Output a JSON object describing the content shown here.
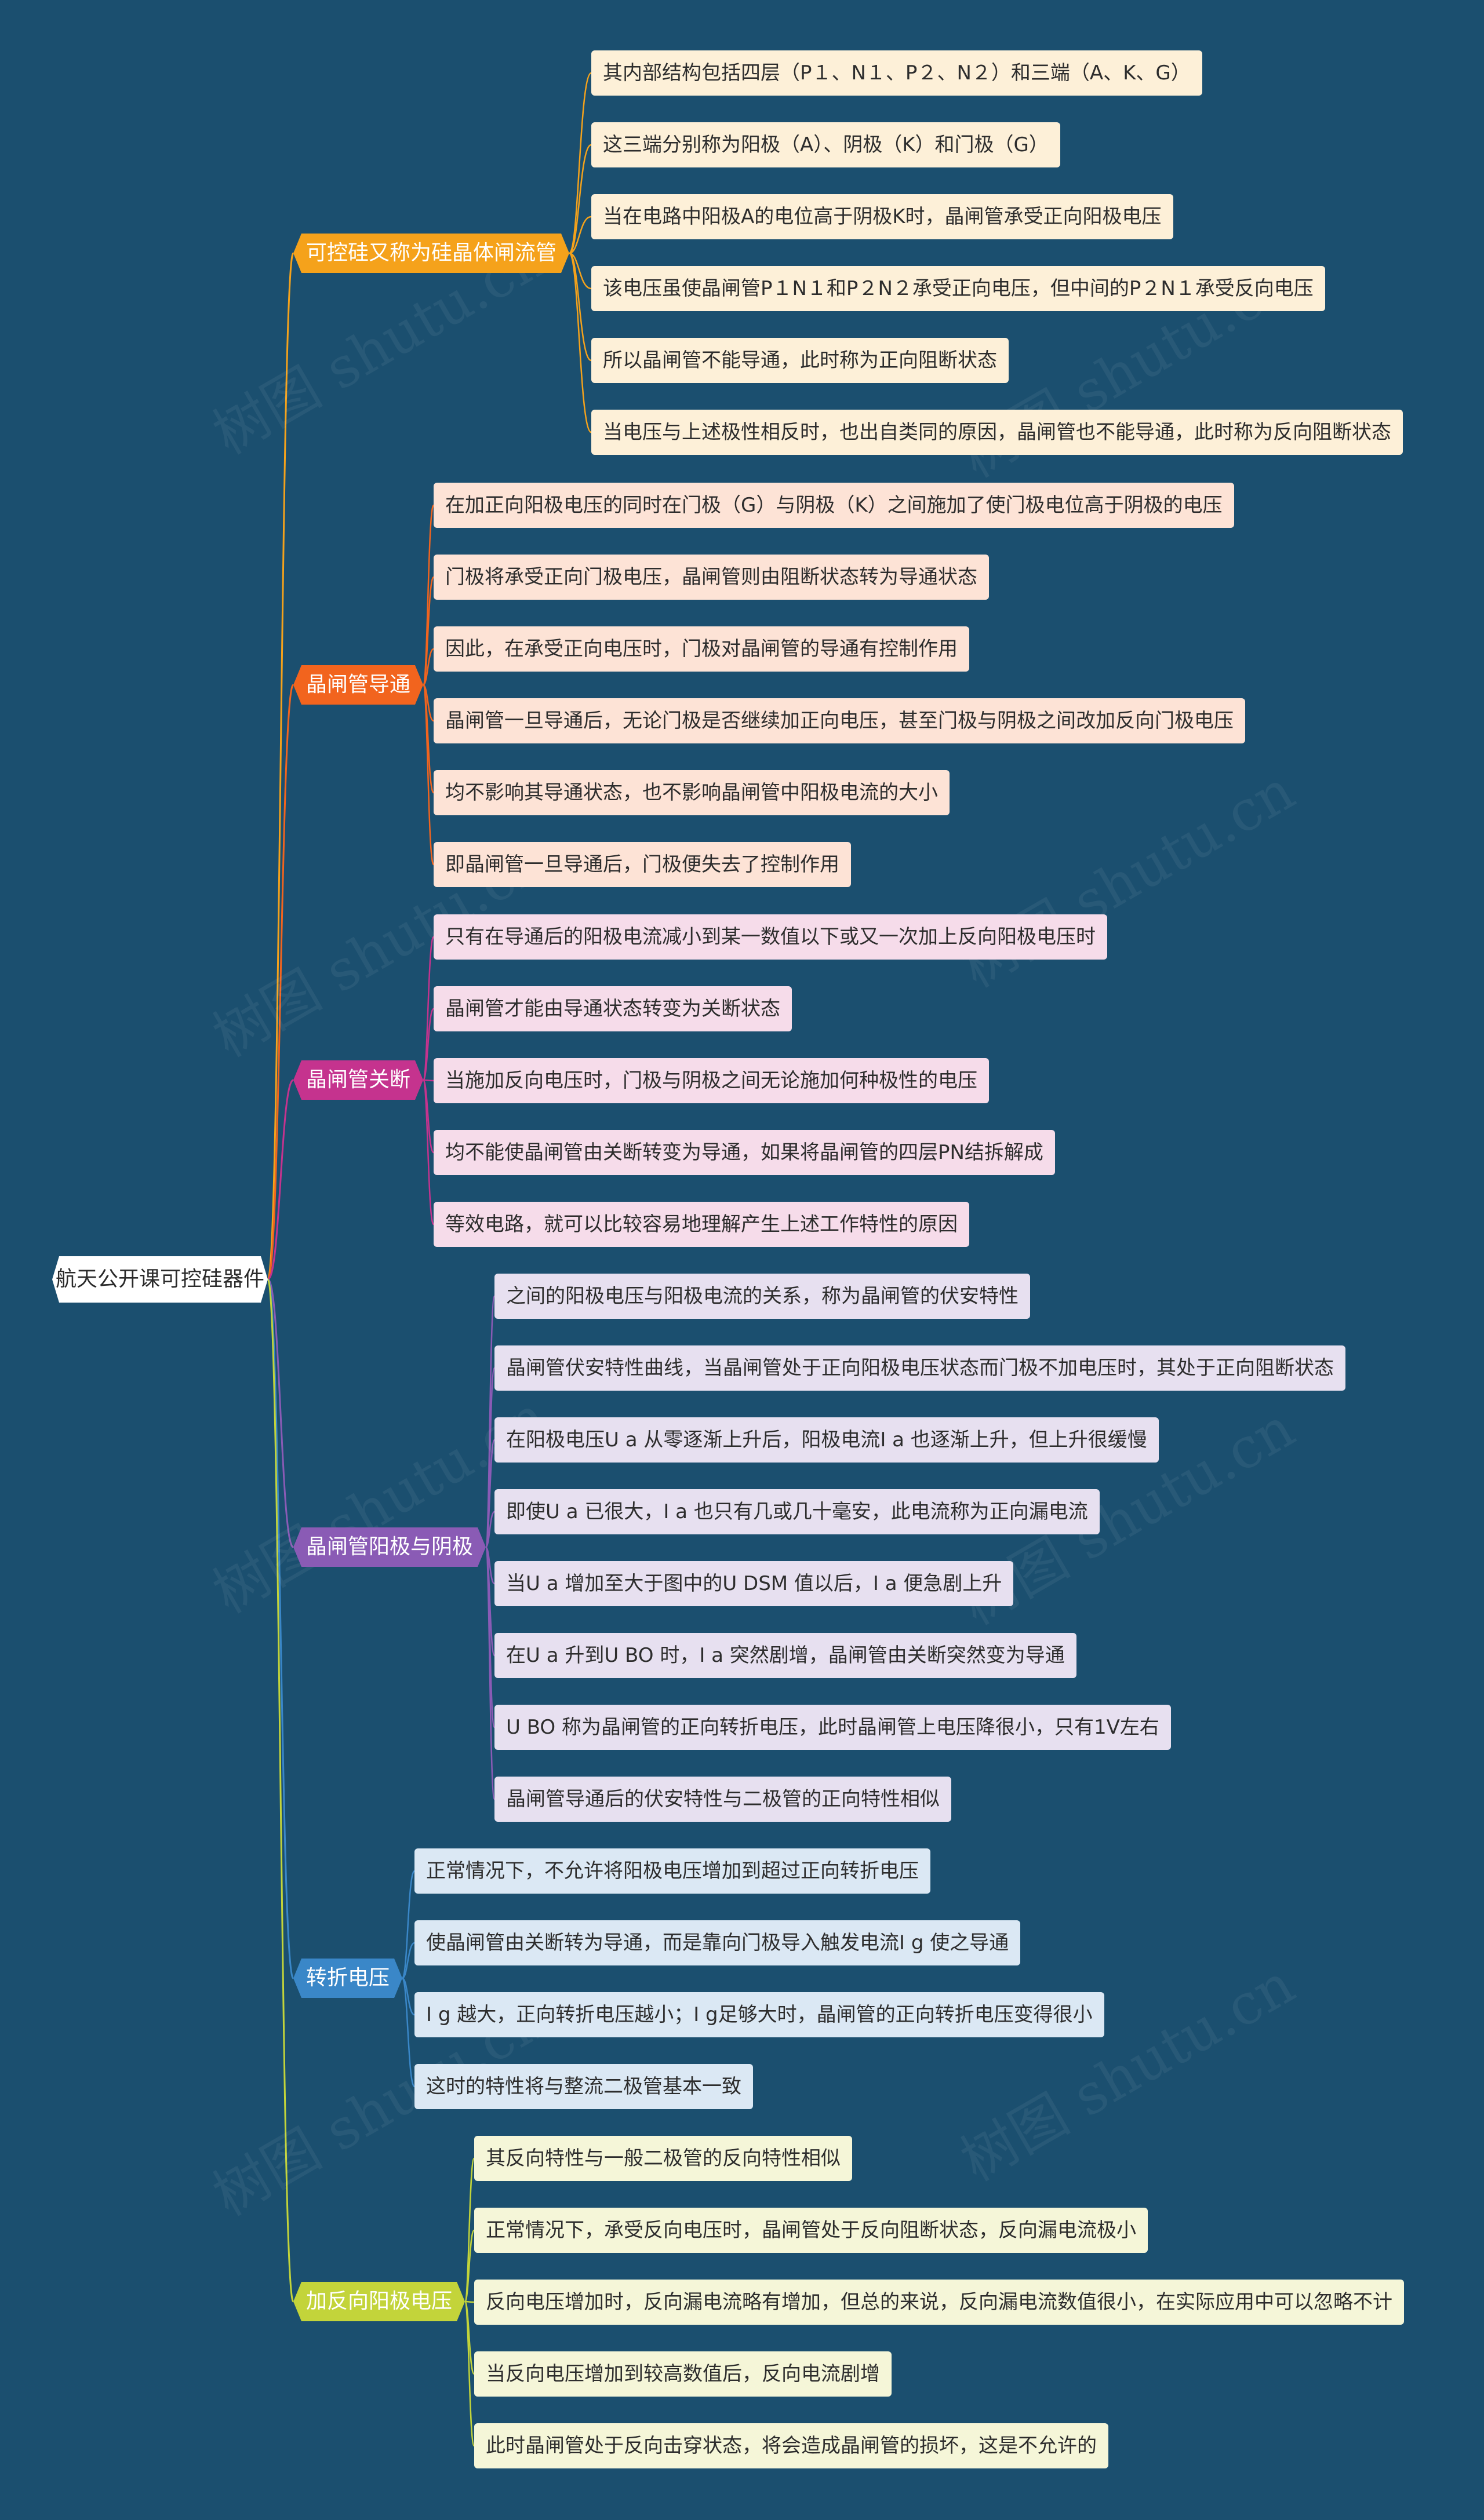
{
  "root": {
    "label": "航天公开课可控硅器件"
  },
  "watermark": "树图 shutu.cn",
  "branches": [
    {
      "label": "可控硅又称为硅晶体闸流管",
      "color": "#f5a21b",
      "leaf_bg": "#fdf0d8",
      "leaves": [
        "其内部结构包括四层（P１、N１、P２、N２）和三端（A、K、G）",
        "这三端分别称为阳极（A）、阴极（K）和门极（G）",
        "当在电路中阳极A的电位高于阴极K时，晶闸管承受正向阳极电压",
        "该电压虽使晶闸管P１N１和P２N２承受正向电压，但中间的P２N１承受反向电压",
        "所以晶闸管不能导通，此时称为正向阻断状态",
        "当电压与上述极性相反时，也出自类同的原因，晶闸管也不能导通，此时称为反向阻断状态"
      ]
    },
    {
      "label": "晶闸管导通",
      "color": "#f2641e",
      "leaf_bg": "#fde3d6",
      "leaves": [
        "在加正向阳极电压的同时在门极（G）与阴极（K）之间施加了使门极电位高于阴极的电压",
        "门极将承受正向门极电压，晶闸管则由阻断状态转为导通状态",
        "因此，在承受正向电压时，门极对晶闸管的导通有控制作用",
        "晶闸管一旦导通后，无论门极是否继续加正向电压，甚至门极与阴极之间改加反向门极电压",
        "均不影响其导通状态，也不影响晶闸管中阳极电流的大小",
        "即晶闸管一旦导通后，门极便失去了控制作用"
      ]
    },
    {
      "label": "晶闸管关断",
      "color": "#c5338e",
      "leaf_bg": "#f6dcea",
      "leaves": [
        "只有在导通后的阳极电流减小到某一数值以下或又一次加上反向阳极电压时",
        "晶闸管才能由导通状态转变为关断状态",
        "当施加反向电压时，门极与阴极之间无论施加何种极性的电压",
        "均不能使晶闸管由关断转变为导通，如果将晶闸管的四层PN结拆解成",
        "等效电路，就可以比较容易地理解产生上述工作特性的原因"
      ]
    },
    {
      "label": "晶闸管阳极与阴极",
      "color": "#8a5bb5",
      "leaf_bg": "#e7e0f0",
      "leaves": [
        "之间的阳极电压与阳极电流的关系，称为晶闸管的伏安特性",
        "晶闸管伏安特性曲线，当晶闸管处于正向阳极电压状态而门极不加电压时，其处于正向阻断状态",
        "在阳极电压U a 从零逐渐上升后，阳极电流I a 也逐渐上升，但上升很缓慢",
        "即使U a 已很大，I a 也只有几或几十毫安，此电流称为正向漏电流",
        "当U a 增加至大于图中的U DSM 值以后，I a 便急剧上升",
        "在U a 升到U BO 时，I a 突然剧增，晶闸管由关断突然变为导通",
        "U BO 称为晶闸管的正向转折电压，此时晶闸管上电压降很小，只有1V左右",
        "晶闸管导通后的伏安特性与二极管的正向特性相似"
      ]
    },
    {
      "label": "转折电压",
      "color": "#3a87c8",
      "leaf_bg": "#dbe8f4",
      "leaves": [
        "正常情况下，不允许将阳极电压增加到超过正向转折电压",
        "使晶闸管由关断转为导通，而是靠向门极导入触发电流I g 使之导通",
        "I g 越大，正向转折电压越小；I g足够大时，晶闸管的正向转折电压变得很小",
        "这时的特性将与整流二极管基本一致"
      ]
    },
    {
      "label": "加反向阳极电压",
      "color": "#c3d43a",
      "leaf_bg": "#f5f6d8",
      "leaves": [
        "其反向特性与一般二极管的反向特性相似",
        "正常情况下，承受反向电压时，晶闸管处于反向阻断状态，反向漏电流极小",
        "反向电压增加时，反向漏电流略有增加，但总的来说，反向漏电流数值很小，在实际应用中可以忽略不计",
        "当反向电压增加到较高数值后，反向电流剧增",
        "此时晶闸管处于反向击穿状态，将会造成晶闸管的损坏，这是不允许的"
      ]
    }
  ]
}
